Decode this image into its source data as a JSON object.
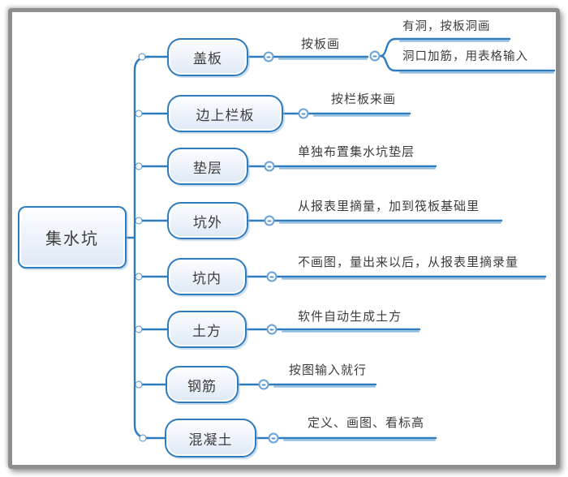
{
  "diagram": {
    "root": {
      "label": "集水坑"
    },
    "branches": [
      {
        "topic": "盖板",
        "note": "按板画",
        "children": [
          "有洞，按板洞画",
          "洞口加筋，用表格输入"
        ]
      },
      {
        "topic": "边上栏板",
        "note": "按栏板来画"
      },
      {
        "topic": "垫层",
        "note": "单独布置集水坑垫层"
      },
      {
        "topic": "坑外",
        "note": "从报表里摘量，加到筏板基础里"
      },
      {
        "topic": "坑内",
        "note": "不画图，量出来以后，从报表里摘录量"
      },
      {
        "topic": "土方",
        "note": "软件自动生成土方"
      },
      {
        "topic": "钢筋",
        "note": "按图输入就行"
      },
      {
        "topic": "混凝土",
        "note": "定义、画图、看标高"
      }
    ],
    "icons": {
      "collapse": "minus-circle",
      "branch_point": "open-circle"
    },
    "colors": {
      "line": "#2e7bbd",
      "line_light": "#8cbbdf",
      "node_border": "#2e7bbd",
      "node_fill": "#dde9f6",
      "text": "#3c3c3c",
      "frame": "#8e8e8e"
    }
  }
}
